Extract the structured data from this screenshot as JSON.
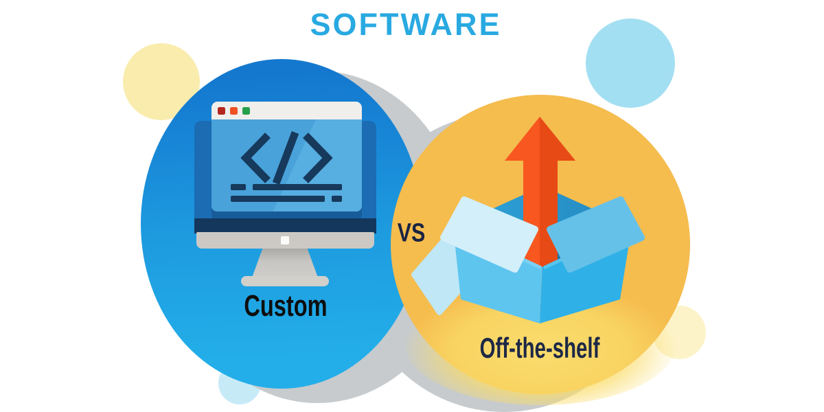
{
  "title": {
    "text": "SOFTWARE"
  },
  "comparison": {
    "vs": "VS",
    "left_label": "Custom",
    "right_label": "Off-the-shelf"
  },
  "icons": {
    "left": "monitor-with-code-icon",
    "left_glyph": "</>",
    "right": "open-box-up-arrow-icon",
    "window_dots": [
      "red",
      "orange",
      "green"
    ]
  },
  "colors": {
    "accent_blue": "#29A9E1",
    "circle_blue_top": "#1478CF",
    "circle_blue_bottom": "#23AEE9",
    "circle_yellow": "#F5BC4E",
    "arrow_orange": "#F8571F",
    "code_navy": "#16395C",
    "shadow_gray": "#C7CBCD"
  }
}
